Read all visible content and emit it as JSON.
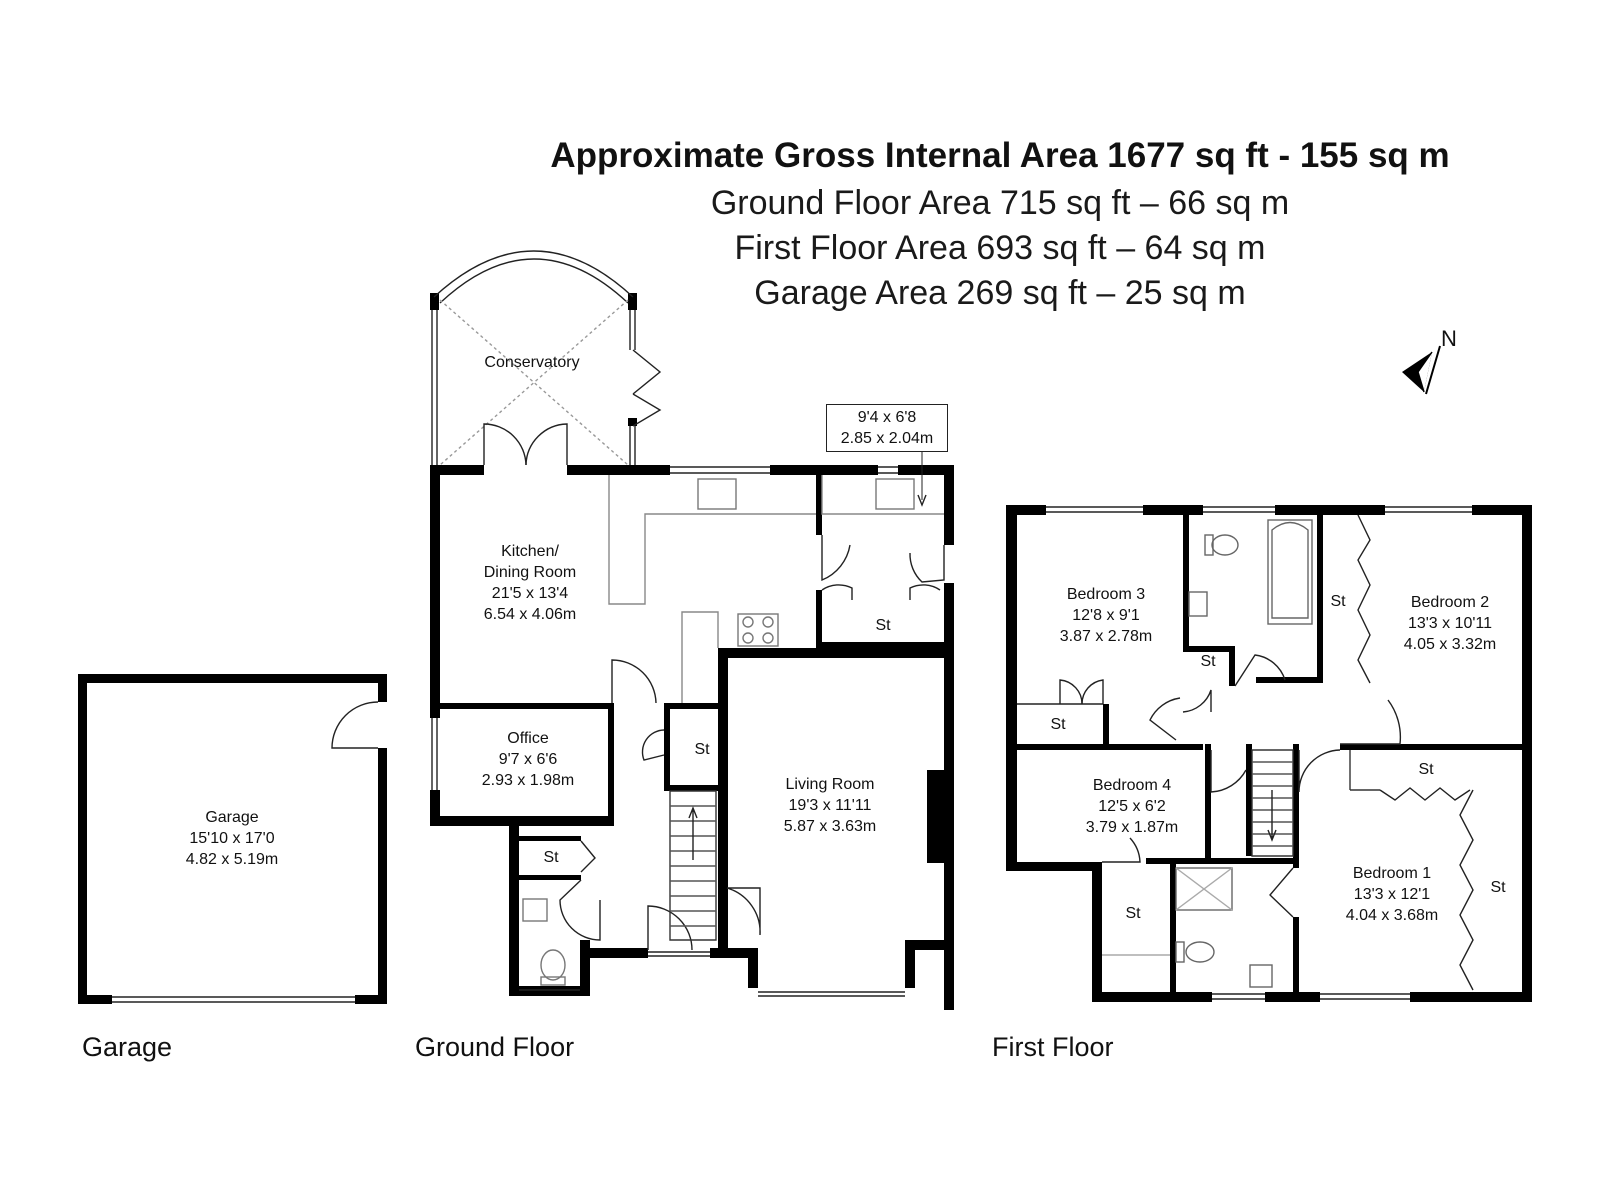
{
  "header": {
    "title": "Approximate Gross Internal Area 1677 sq ft - 155 sq m",
    "lines": [
      "Ground Floor Area 715 sq ft – 66 sq m",
      "First Floor Area 693 sq ft – 64 sq m",
      "Garage Area 269 sq ft – 25 sq m"
    ]
  },
  "compass": {
    "label": "N"
  },
  "floors": {
    "garage": "Garage",
    "ground": "Ground Floor",
    "first": "First Floor"
  },
  "rooms": {
    "garage": {
      "name": "Garage",
      "imperial": "15'10 x 17'0",
      "metric": "4.82 x 5.19m"
    },
    "conservatory": {
      "name": "Conservatory"
    },
    "kitchen": {
      "name1": "Kitchen/",
      "name2": "Dining Room",
      "imperial": "21'5 x 13'4",
      "metric": "6.54 x 4.06m"
    },
    "utility": {
      "imperial": "9'4 x 6'8",
      "metric": "2.85 x 2.04m"
    },
    "office": {
      "name": "Office",
      "imperial": "9'7 x 6'6",
      "metric": "2.93 x 1.98m"
    },
    "living": {
      "name": "Living Room",
      "imperial": "19'3 x 11'11",
      "metric": "5.87 x 3.63m"
    },
    "bedroom3": {
      "name": "Bedroom 3",
      "imperial": "12'8 x 9'1",
      "metric": "3.87 x 2.78m"
    },
    "bedroom2": {
      "name": "Bedroom 2",
      "imperial": "13'3 x 10'11",
      "metric": "4.05 x 3.32m"
    },
    "bedroom4": {
      "name": "Bedroom 4",
      "imperial": "12'5 x 6'2",
      "metric": "3.79 x 1.87m"
    },
    "bedroom1": {
      "name": "Bedroom 1",
      "imperial": "13'3 x 12'1",
      "metric": "4.04 x 3.68m"
    }
  },
  "storage_label": "St"
}
